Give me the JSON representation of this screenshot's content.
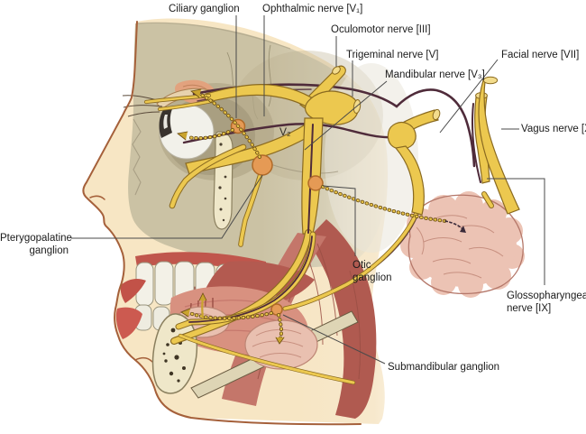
{
  "diagram": {
    "type": "anatomical-illustration",
    "labels": {
      "ciliary_ganglion": "Ciliary ganglion",
      "ophthalmic_nerve": "Ophthalmic nerve [V₁]",
      "oculomotor_nerve": "Oculomotor nerve [III]",
      "trigeminal_nerve": "Trigeminal nerve [V]",
      "mandibular_nerve": "Mandibular nerve [V₃]",
      "facial_nerve": "Facial nerve [VII]",
      "vagus_nerve": "Vagus nerve [X]",
      "v2": "V₂",
      "pterygopalatine_line1": "Pterygopalatine",
      "pterygopalatine_line2": "ganglion",
      "otic_line1": "Otic",
      "otic_line2": "ganglion",
      "glossopharyngeal_line1": "Glossopharyngeal",
      "glossopharyngeal_line2": "nerve [IX]",
      "submandibular_ganglion": "Submandibular ganglion"
    },
    "colors": {
      "nerve_yellow": "#ecc84f",
      "nerve_outline": "#8a6a20",
      "ganglion_orange": "#e59a55",
      "dark_nerve": "#4f2b3a",
      "skin": "#f7e6c4",
      "bone": "#cfc6aa",
      "spongy_bone": "#efe7c9",
      "gland_pink": "#ecc3b4",
      "muscle_red": "#bc6a5e",
      "leader_line": "#4a4a4a"
    }
  }
}
